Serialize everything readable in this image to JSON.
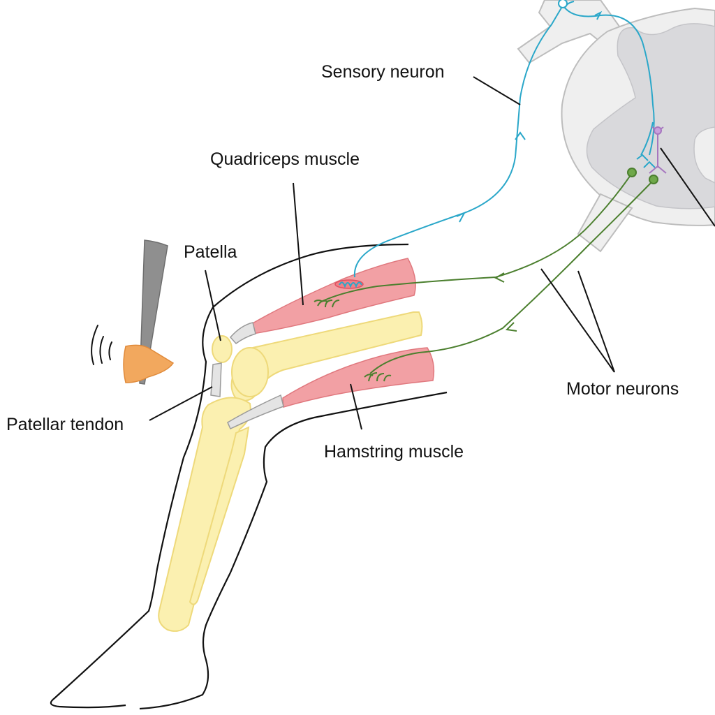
{
  "labels": {
    "sensory_neuron": "Sensory neuron",
    "quadriceps_muscle": "Quadriceps muscle",
    "patella": "Patella",
    "patellar_tendon": "Patellar tendon",
    "hamstring_muscle": "Hamstring muscle",
    "motor_neurons": "Motor neurons"
  },
  "colors": {
    "sensory": "#2aa7c9",
    "motor": "#4b7f2e",
    "interneuron": "#a676bf",
    "muscle_fill": "#f2a0a4",
    "muscle_stroke": "#e0787e",
    "bone_fill": "#fbf0b0",
    "bone_stroke": "#eed97a",
    "tendon_fill": "#e4e4e4",
    "tendon_stroke": "#9a9a9a",
    "hammer_head": "#f2a85e",
    "hammer_handle": "#9a9a9a",
    "spinal_white": "#efefef",
    "spinal_gray": "#d9d9dc",
    "outline": "#111111"
  },
  "icons": {
    "reflex_hammer": "reflex-hammer-icon",
    "vibration": "vibration-arcs-icon"
  }
}
